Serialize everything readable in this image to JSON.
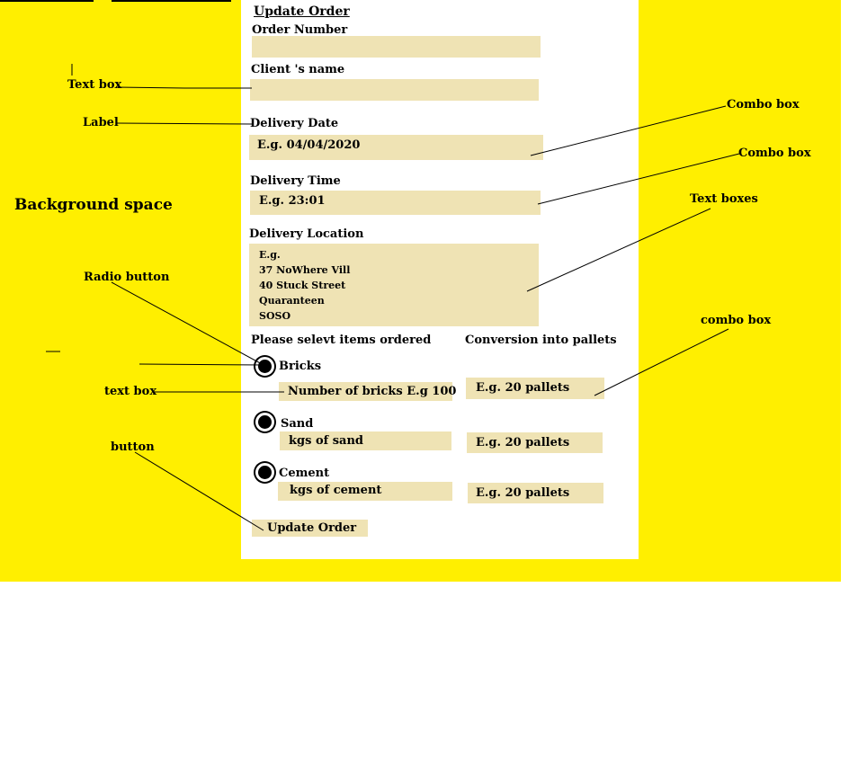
{
  "form": {
    "title": "Update Order",
    "order_number_label": "Order Number",
    "order_number_value": "",
    "client_name_label": "Client 's name",
    "client_name_value": "",
    "delivery_date_label": "Delivery Date",
    "delivery_date_value": "E.g. 04/04/2020",
    "delivery_time_label": "Delivery Time",
    "delivery_time_value": "E.g. 23:01",
    "delivery_location_label": "Delivery Location",
    "delivery_location_lines": [
      "E.g.",
      "37 NoWhere Vill",
      "40 Stuck Street",
      "Quaranteen",
      "SOSO"
    ],
    "items_heading": "Please selevt items ordered",
    "conversion_heading": "Conversion into pallets",
    "items": [
      {
        "label": "Bricks",
        "qty_placeholder": "Number of bricks E.g 100",
        "pallets": "E.g. 20 pallets"
      },
      {
        "label": "Sand",
        "qty_placeholder": "kgs of sand",
        "pallets": "E.g. 20 pallets"
      },
      {
        "label": "Cement",
        "qty_placeholder": "kgs of cement",
        "pallets": "E.g. 20 pallets"
      }
    ],
    "update_button": "Update Order"
  },
  "annotations": {
    "text_box": "Text box",
    "label": "Label",
    "background_space": "Background space",
    "radio_button": "Radio button",
    "text_box_lower": "text box",
    "button": "button",
    "combo_box_1": "Combo box",
    "combo_box_2": "Combo box",
    "text_boxes": "Text boxes",
    "combo_box_lower": "combo box"
  },
  "colors": {
    "background": "#ffef00",
    "panel": "#ffffff",
    "field": "#efe3b4"
  }
}
